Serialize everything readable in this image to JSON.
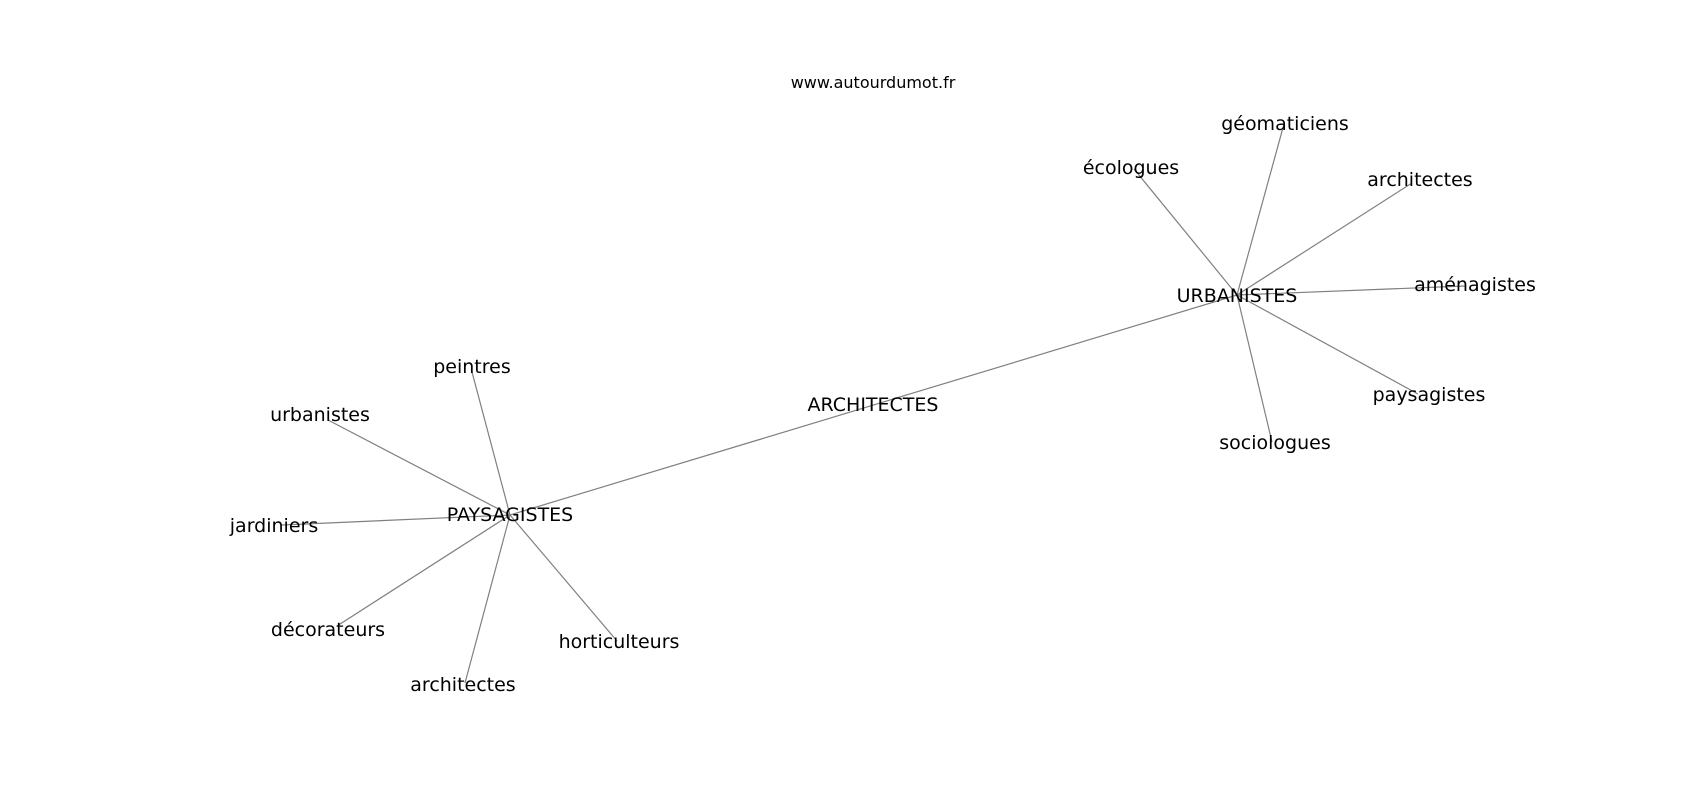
{
  "source": "www.autourdumot.fr",
  "center": "ARCHITECTES",
  "hubs": [
    {
      "id": "paysagistes",
      "label": "PAYSAGISTES",
      "neighbors": [
        {
          "id": "pays-peintres",
          "label": "peintres"
        },
        {
          "id": "pays-urbanistes",
          "label": "urbanistes"
        },
        {
          "id": "pays-jardiniers",
          "label": "jardiniers"
        },
        {
          "id": "pays-decorateurs",
          "label": "décorateurs"
        },
        {
          "id": "pays-architectes",
          "label": "architectes"
        },
        {
          "id": "pays-horticulteurs",
          "label": "horticulteurs"
        }
      ]
    },
    {
      "id": "urbanistes",
      "label": "URBANISTES",
      "neighbors": [
        {
          "id": "urb-ecologues",
          "label": "écologues"
        },
        {
          "id": "urb-geomaticiens",
          "label": "géomaticiens"
        },
        {
          "id": "urb-architectes",
          "label": "architectes"
        },
        {
          "id": "urb-amenagistes",
          "label": "aménagistes"
        },
        {
          "id": "urb-paysagistes",
          "label": "paysagistes"
        },
        {
          "id": "urb-sociologues",
          "label": "sociologues"
        }
      ]
    }
  ]
}
